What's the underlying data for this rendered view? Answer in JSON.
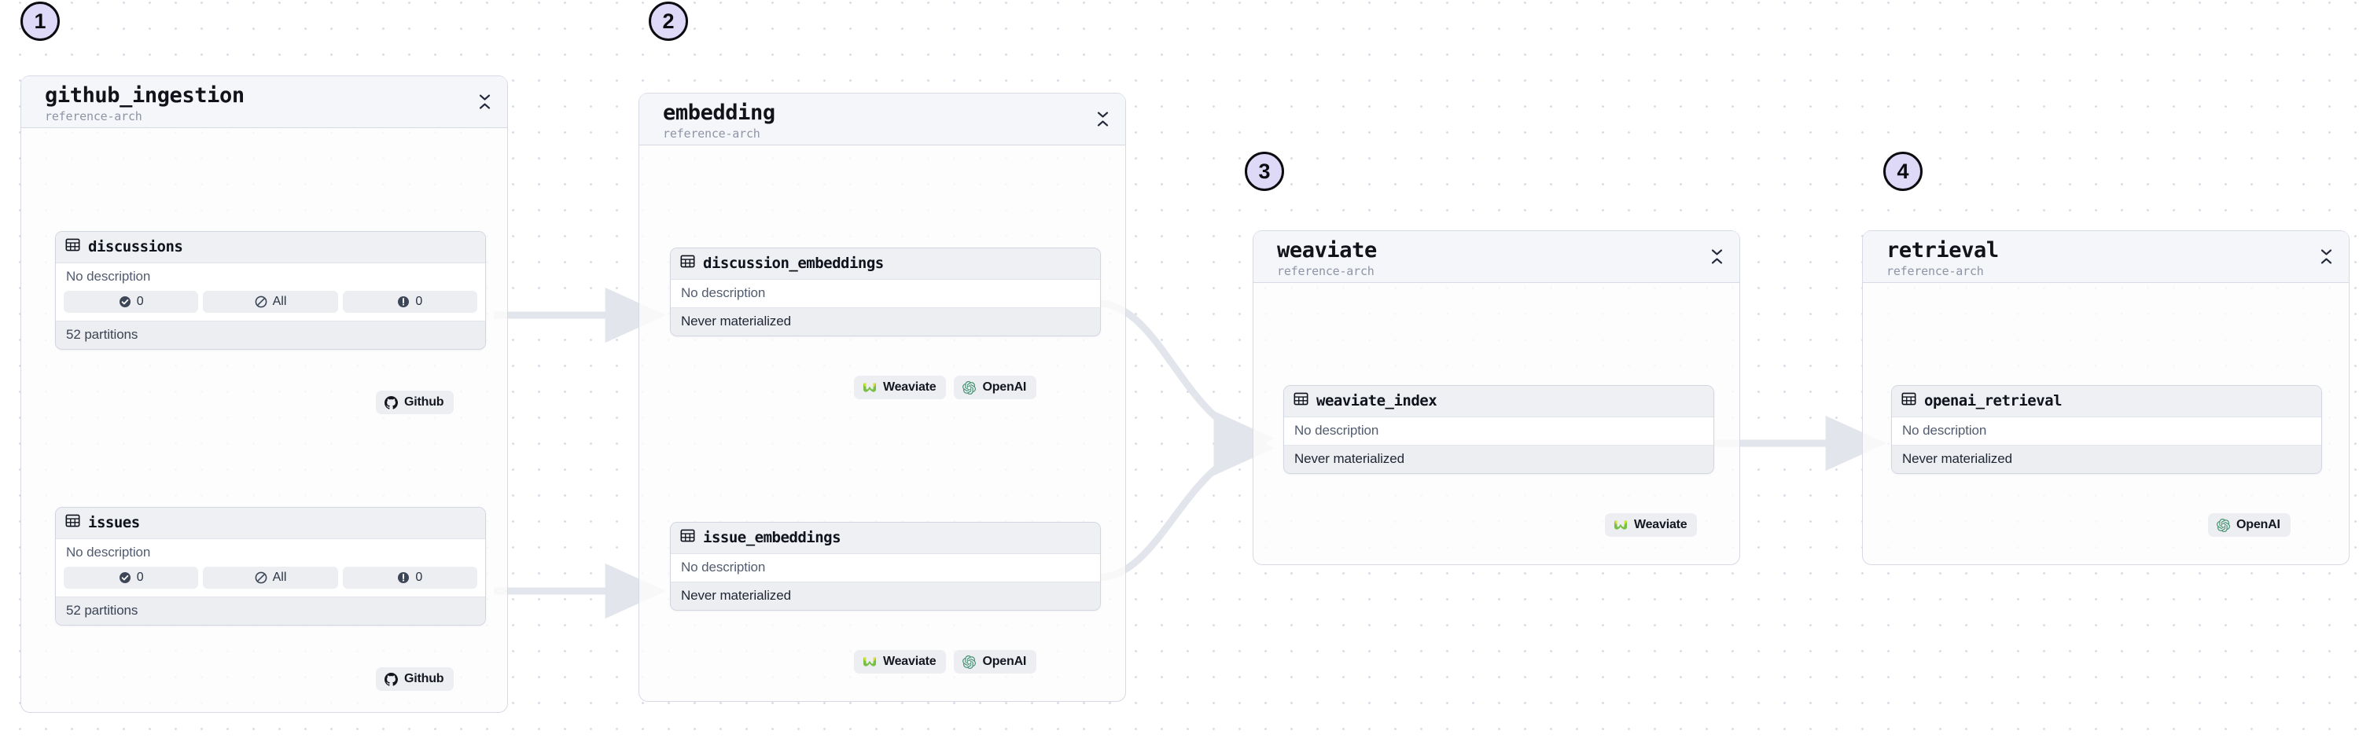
{
  "canvas": {
    "background": "#ffffff",
    "grid_dot_color": "#d9dce6",
    "edge_color": "#e3e5ec"
  },
  "common": {
    "no_description": "No description",
    "never_materialized": "Never materialized",
    "partitions_label": "52 partitions",
    "collapse_icon": "collapse-chevrons-icon",
    "table_icon": "table-icon",
    "check_icon": "check-circle-icon",
    "slash_icon": "slash-circle-icon",
    "warning_icon": "exclamation-circle-icon"
  },
  "groups": [
    {
      "badge": "1",
      "title": "github_ingestion",
      "subtitle": "reference-arch",
      "assets": [
        {
          "name": "discussions",
          "description": "No description",
          "counts": [
            {
              "icon": "check-circle-icon",
              "value": "0"
            },
            {
              "icon": "slash-circle-icon",
              "value": "All"
            },
            {
              "icon": "exclamation-circle-icon",
              "value": "0"
            }
          ],
          "partitions": "52 partitions",
          "tags": [
            {
              "icon": "github-icon",
              "label": "Github",
              "color": "#13161d"
            }
          ]
        },
        {
          "name": "issues",
          "description": "No description",
          "counts": [
            {
              "icon": "check-circle-icon",
              "value": "0"
            },
            {
              "icon": "slash-circle-icon",
              "value": "All"
            },
            {
              "icon": "exclamation-circle-icon",
              "value": "0"
            }
          ],
          "partitions": "52 partitions",
          "tags": [
            {
              "icon": "github-icon",
              "label": "Github",
              "color": "#13161d"
            }
          ]
        }
      ]
    },
    {
      "badge": "2",
      "title": "embedding",
      "subtitle": "reference-arch",
      "assets": [
        {
          "name": "discussion_embeddings",
          "description": "No description",
          "status": "Never materialized",
          "tags": [
            {
              "icon": "weaviate-icon",
              "label": "Weaviate",
              "color": "#5fb55a"
            },
            {
              "icon": "openai-icon",
              "label": "OpenAI",
              "color": "#3f8f6d"
            }
          ]
        },
        {
          "name": "issue_embeddings",
          "description": "No description",
          "status": "Never materialized",
          "tags": [
            {
              "icon": "weaviate-icon",
              "label": "Weaviate",
              "color": "#5fb55a"
            },
            {
              "icon": "openai-icon",
              "label": "OpenAI",
              "color": "#3f8f6d"
            }
          ]
        }
      ]
    },
    {
      "badge": "3",
      "title": "weaviate",
      "subtitle": "reference-arch",
      "assets": [
        {
          "name": "weaviate_index",
          "description": "No description",
          "status": "Never materialized",
          "tags": [
            {
              "icon": "weaviate-icon",
              "label": "Weaviate",
              "color": "#5fb55a"
            }
          ]
        }
      ]
    },
    {
      "badge": "4",
      "title": "retrieval",
      "subtitle": "reference-arch",
      "assets": [
        {
          "name": "openai_retrieval",
          "description": "No description",
          "status": "Never materialized",
          "tags": [
            {
              "icon": "openai-icon",
              "label": "OpenAI",
              "color": "#3f8f6d"
            }
          ]
        }
      ]
    }
  ]
}
